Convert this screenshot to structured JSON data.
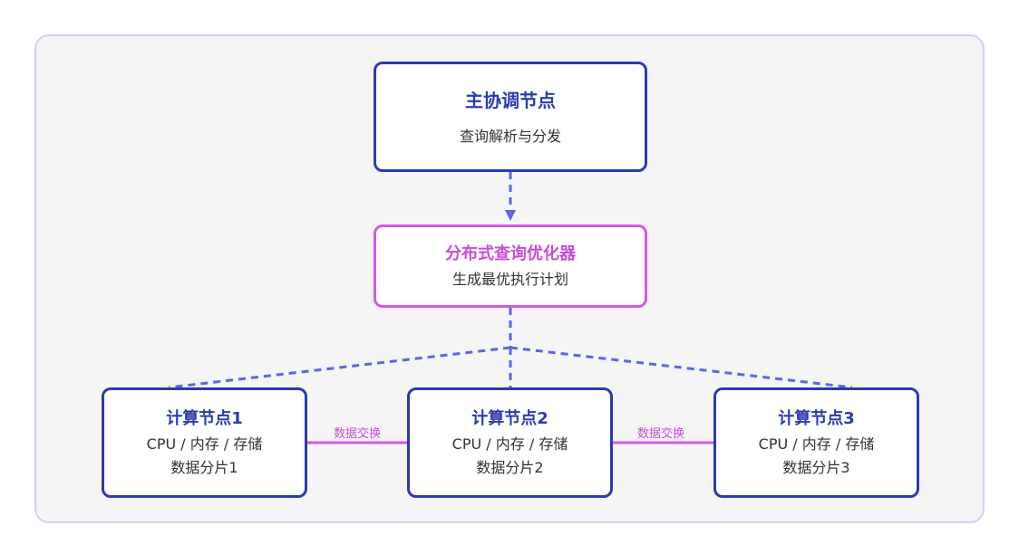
{
  "coordinator": {
    "title": "主协调节点",
    "subtitle": "查询解析与分发"
  },
  "optimizer": {
    "title": "分布式查询优化器",
    "subtitle": "生成最优执行计划"
  },
  "compute_nodes": [
    {
      "title": "计算节点1",
      "resources": "CPU / 内存 / 存储",
      "shard": "数据分片1"
    },
    {
      "title": "计算节点2",
      "resources": "CPU / 内存 / 存储",
      "shard": "数据分片2"
    },
    {
      "title": "计算节点3",
      "resources": "CPU / 内存 / 存储",
      "shard": "数据分片3"
    }
  ],
  "links": {
    "exchange_1": "数据交换",
    "exchange_2": "数据交换"
  },
  "colors": {
    "primary": "#2b3bb0",
    "accent": "#d657e6",
    "dashed": "#5a66e6",
    "background_panel": "#f5f5f6",
    "panel_border": "#d9ccf5"
  }
}
